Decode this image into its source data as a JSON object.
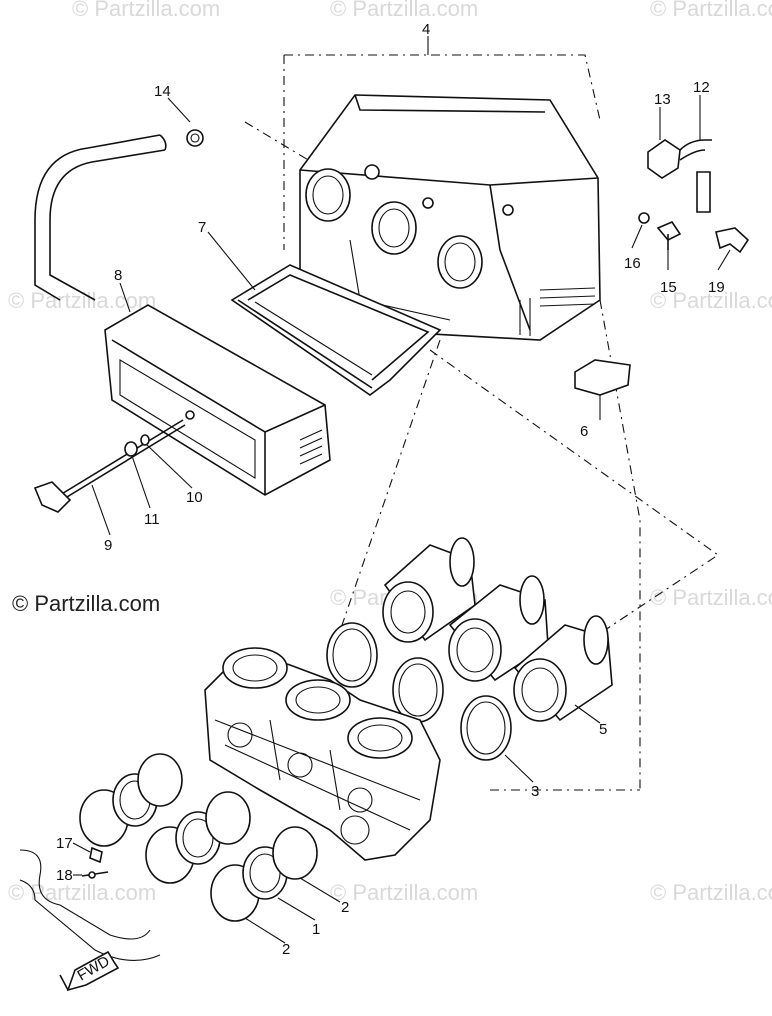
{
  "watermarks": {
    "main": "© Partzilla.com",
    "faint": "© Partzilla.com"
  },
  "fwd_label": "FWD",
  "callouts": {
    "c1": "1",
    "c2a": "2",
    "c2b": "2",
    "c3": "3",
    "c4": "4",
    "c5": "5",
    "c6": "6",
    "c7": "7",
    "c8": "8",
    "c9": "9",
    "c10": "10",
    "c11": "11",
    "c12": "12",
    "c13": "13",
    "c14": "14",
    "c15": "15",
    "c16": "16",
    "c17": "17",
    "c18": "18",
    "c19": "19"
  },
  "colors": {
    "line": "#111111",
    "watermark": "#d9d9d9",
    "background": "#ffffff"
  }
}
